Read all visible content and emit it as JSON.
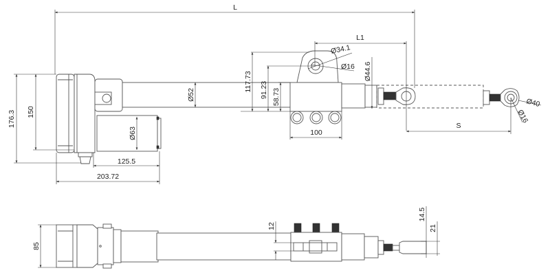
{
  "drawing": {
    "dimensions": {
      "overall_length": "L",
      "l1": "L1",
      "stroke": "S",
      "height_total": "176.3",
      "height_housing": "150",
      "tube_dia": "Ø52",
      "motor_dia": "Ø63",
      "motor_length": "125.5",
      "housing_length": "203.72",
      "pivot_outer": "Ø34.1",
      "pivot_hole": "Ø16",
      "pivot_height": "117.73",
      "pivot_center": "91.23",
      "clamp_height": "58.73",
      "clamp_width": "100",
      "rod_tube_dia": "Ø44.6",
      "rod_eye_outer": "Ø40",
      "rod_eye_hole": "Ø16",
      "side_width": "85",
      "slot_width": "12",
      "rod_end_thickness": "14.5",
      "rod_end_width": "21"
    }
  }
}
